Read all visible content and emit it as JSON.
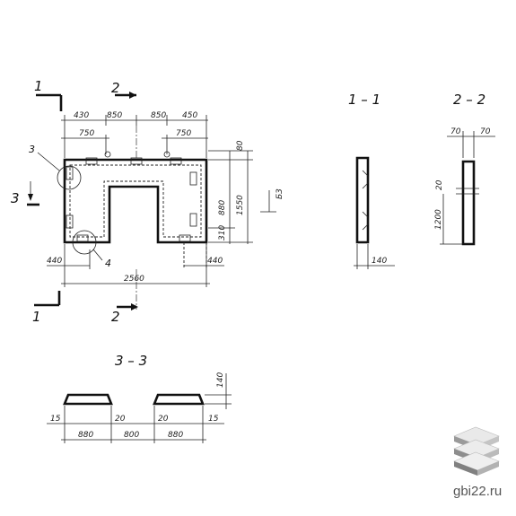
{
  "plan": {
    "section_marks": {
      "cut1_top": "1",
      "cut2_top": "2",
      "cut3_left": "3",
      "cut1_bottom": "1",
      "cut2_bottom": "2",
      "callout3": "3",
      "callout4": "4"
    },
    "top_dims": [
      "430",
      "850",
      "850",
      "450"
    ],
    "sub_dims": [
      "750",
      "750"
    ],
    "right_dims": [
      "80",
      "880",
      "1550",
      "310"
    ],
    "bottom_dims": [
      "440",
      "440",
      "2560"
    ],
    "right_mark": "Б3"
  },
  "section_1_1": {
    "title": "1 – 1",
    "dim": "140"
  },
  "section_2_2": {
    "title": "2 – 2",
    "dims": [
      "70",
      "70",
      "20",
      "1200"
    ]
  },
  "section_3_3": {
    "title": "3 – 3",
    "dims": [
      "140",
      "15",
      "20",
      "20",
      "15",
      "880",
      "800",
      "880"
    ]
  },
  "watermark": {
    "site": "gbi22.ru",
    "logo": "stacked-slabs-logo"
  }
}
